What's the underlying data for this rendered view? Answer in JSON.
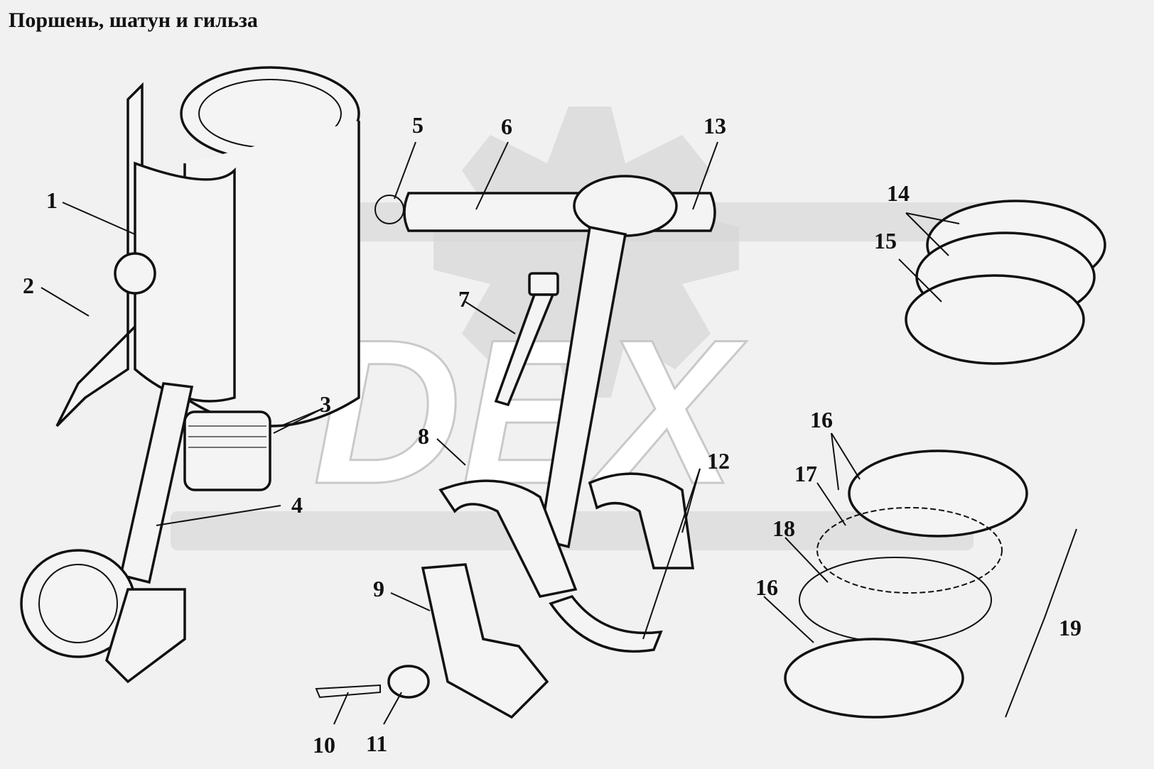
{
  "title": "Поршень, шатун и гильза",
  "watermark": "DEX",
  "colors": {
    "ink": "#111111",
    "background": "#f1f1f1",
    "watermark": "#d6d6d6"
  },
  "callouts": [
    {
      "id": "1",
      "label": "1"
    },
    {
      "id": "2",
      "label": "2"
    },
    {
      "id": "3",
      "label": "3"
    },
    {
      "id": "4",
      "label": "4"
    },
    {
      "id": "5",
      "label": "5"
    },
    {
      "id": "6",
      "label": "6"
    },
    {
      "id": "7",
      "label": "7"
    },
    {
      "id": "8",
      "label": "8"
    },
    {
      "id": "9",
      "label": "9"
    },
    {
      "id": "10",
      "label": "10"
    },
    {
      "id": "11",
      "label": "11"
    },
    {
      "id": "12",
      "label": "12"
    },
    {
      "id": "13",
      "label": "13"
    },
    {
      "id": "14",
      "label": "14"
    },
    {
      "id": "15",
      "label": "15"
    },
    {
      "id": "16a",
      "label": "16"
    },
    {
      "id": "16b",
      "label": "16"
    },
    {
      "id": "17",
      "label": "17"
    },
    {
      "id": "18",
      "label": "18"
    },
    {
      "id": "19",
      "label": "19"
    }
  ]
}
